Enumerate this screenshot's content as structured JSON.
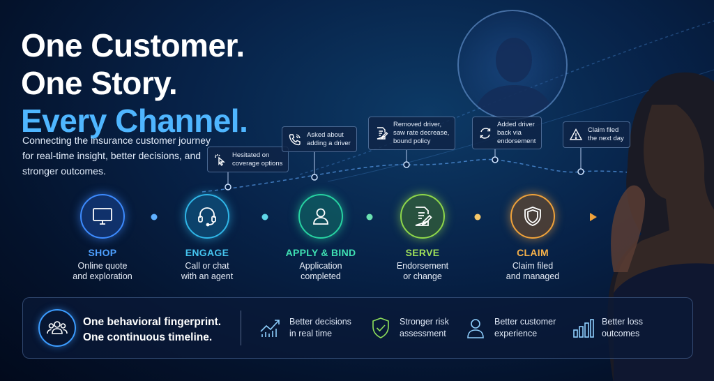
{
  "headline": {
    "line1": "One Customer.",
    "line2": "One Story.",
    "line3": "Every Channel."
  },
  "subtitle": "Connecting the insurance customer journey for real-time insight, better decisions, and stronger outcomes.",
  "colors": {
    "accent_blue": "#4fb6ff",
    "shop": "#3d8bff",
    "engage": "#2fb6e8",
    "apply": "#27d3a2",
    "serve": "#8fd84a",
    "claim": "#f0a23a"
  },
  "annotations": [
    {
      "icon": "cursor-click-icon",
      "text": "Hesitated on\ncoverage options"
    },
    {
      "icon": "phone-icon",
      "text": "Asked about\nadding a driver"
    },
    {
      "icon": "document-edit-icon",
      "text": "Removed driver,\nsaw rate decrease,\nbound policy"
    },
    {
      "icon": "refresh-icon",
      "text": "Added driver\nback via\nendorsement"
    },
    {
      "icon": "warning-icon",
      "text": "Claim filed\nthe next day"
    }
  ],
  "stages": [
    {
      "icon": "monitor-icon",
      "title": "SHOP",
      "desc": "Online quote\nand exploration"
    },
    {
      "icon": "headset-icon",
      "title": "ENGAGE",
      "desc": "Call or chat\nwith an agent"
    },
    {
      "icon": "user-icon",
      "title": "APPLY & BIND",
      "desc": "Application\ncompleted"
    },
    {
      "icon": "document-edit-icon",
      "title": "SERVE",
      "desc": "Endorsement\nor change"
    },
    {
      "icon": "shield-icon",
      "title": "CLAIM",
      "desc": "Claim filed\nand managed"
    }
  ],
  "bottom": {
    "fingerprint_line1": "One behavioral fingerprint.",
    "fingerprint_line2": "One continuous timeline.",
    "benefits": [
      {
        "icon": "trend-chart-icon",
        "text": "Better decisions\nin real time"
      },
      {
        "icon": "shield-check-icon",
        "text": "Stronger risk\nassessment"
      },
      {
        "icon": "person-icon",
        "text": "Better customer\nexperience"
      },
      {
        "icon": "bar-chart-icon",
        "text": "Better loss\noutcomes"
      }
    ]
  }
}
